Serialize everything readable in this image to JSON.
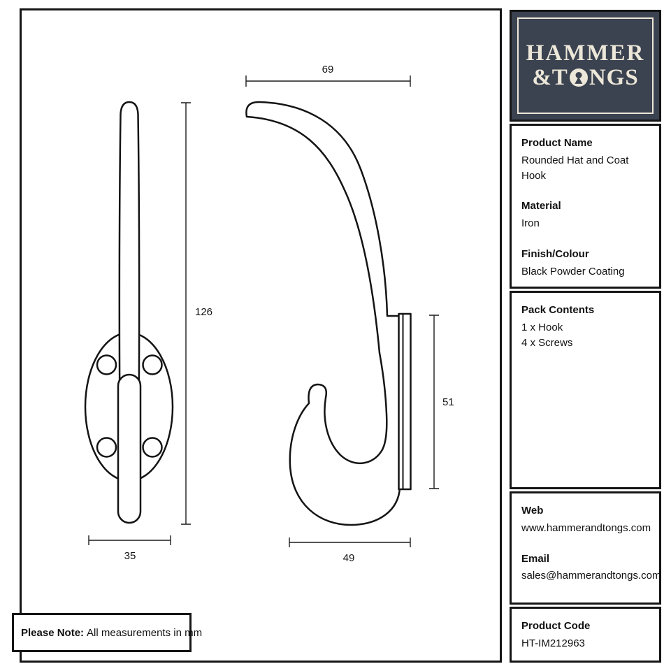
{
  "note": {
    "label": "Please Note:",
    "text": "All measurements in mm"
  },
  "logo": {
    "line1": "HAMMER",
    "line2_prefix": "&T",
    "line2_suffix": "NGS"
  },
  "specs": {
    "product_name_label": "Product Name",
    "product_name": "Rounded Hat and Coat Hook",
    "material_label": "Material",
    "material": "Iron",
    "finish_label": "Finish/Colour",
    "finish": "Black Powder Coating"
  },
  "pack": {
    "label": "Pack Contents",
    "items": [
      "1 x Hook",
      "4 x Screws"
    ]
  },
  "contact": {
    "web_label": "Web",
    "web": "www.hammerandtongs.com",
    "email_label": "Email",
    "email": "sales@hammerandtongs.com"
  },
  "code": {
    "label": "Product Code",
    "value": "HT-IM212963"
  },
  "dimensions": {
    "front_height": "126",
    "front_width": "35",
    "side_depth": "69",
    "plate_height": "51",
    "hook_depth": "49"
  },
  "colors": {
    "logo_bg": "#3b4250",
    "logo_text": "#ece7d8",
    "line": "#141414"
  }
}
